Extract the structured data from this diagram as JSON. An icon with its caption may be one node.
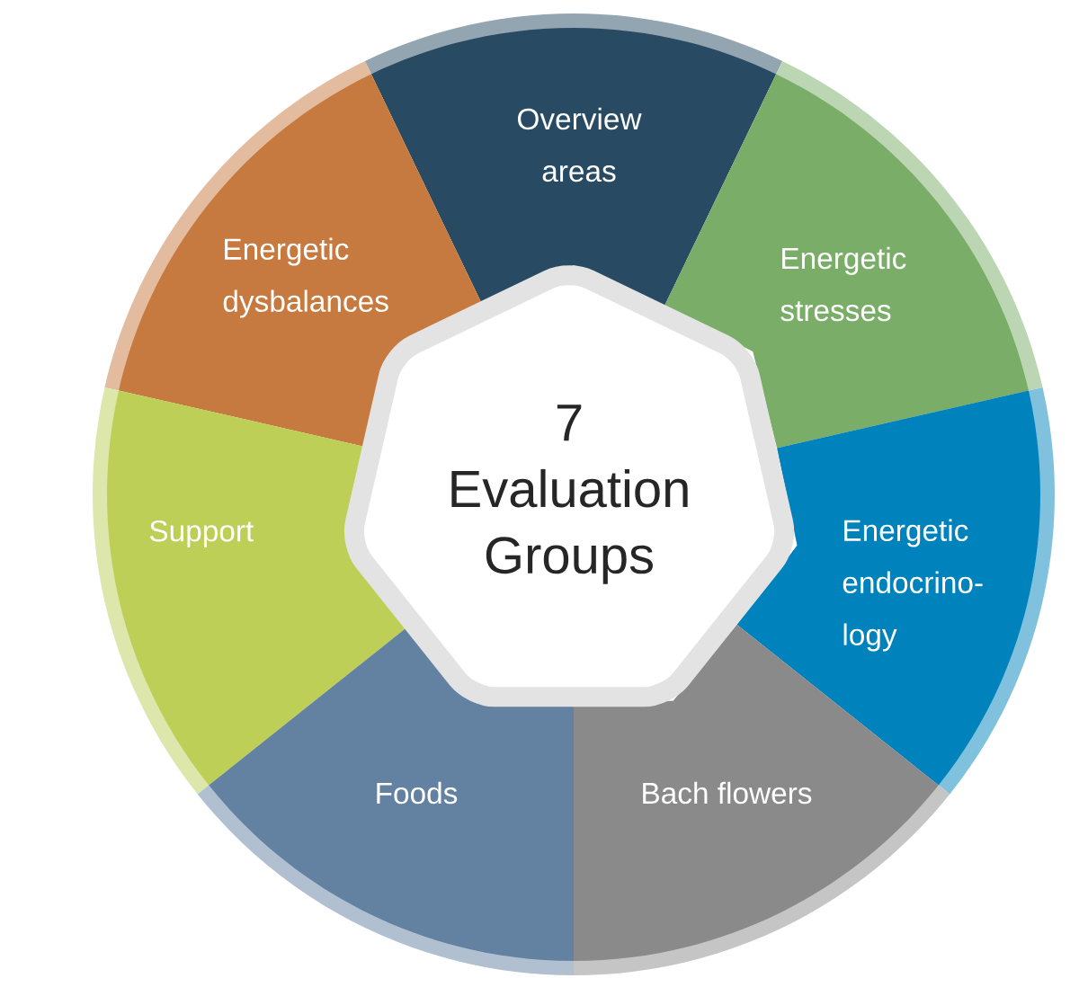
{
  "diagram": {
    "nodes": [
      {
        "text": [
          "Overview areas"
        ]
      },
      {
        "text": [
          "Energetic dysbalances"
        ]
      },
      {
        "text": [
          "Energetic stresses"
        ]
      },
      {
        "text": [
          "7",
          "Evaluation Groups"
        ]
      },
      {
        "text": [
          "Support"
        ]
      },
      {
        "text": [
          "Energetic endocrino- logy"
        ]
      },
      {
        "text": [
          "Foods"
        ]
      },
      {
        "text": [
          "Bach flowers"
        ]
      }
    ]
  }
}
